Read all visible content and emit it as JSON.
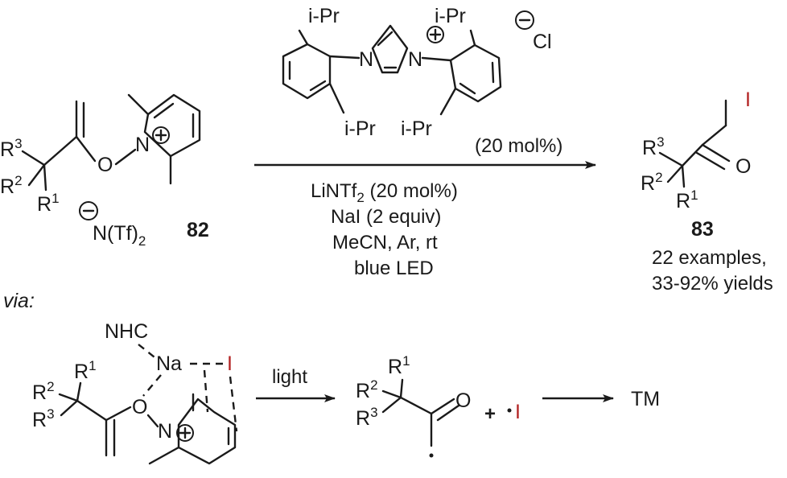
{
  "reaction": {
    "catalyst": {
      "iPr_top_left": "i-Pr",
      "iPr_top_right": "i-Pr",
      "iPr_bottom_left": "i-Pr",
      "iPr_bottom_right": "i-Pr",
      "N1": "N",
      "N2": "N",
      "counterion": "Cl",
      "loading": "(20 mol%)"
    },
    "conditions": {
      "line1": "LiNTf",
      "line1_sub": "2",
      "line1_rest": " (20 mol%)",
      "line2": "NaI (2 equiv)",
      "line3": "MeCN, Ar, rt",
      "line4": "blue LED"
    },
    "substrate": {
      "R3": "R",
      "R3_sup": "3",
      "R2": "R",
      "R2_sup": "2",
      "R1": "R",
      "R1_sup": "1",
      "O": "O",
      "N": "N",
      "anion": "N(Tf)",
      "anion_sub": "2",
      "label": "82"
    },
    "product": {
      "I": "I",
      "O": "O",
      "R3": "R",
      "R3_sup": "3",
      "R2": "R",
      "R2_sup": "2",
      "R1": "R",
      "R1_sup": "1",
      "label": "83",
      "scope_line1": "22 examples,",
      "scope_line2": "33-92% yields"
    }
  },
  "mechanism": {
    "via": "via:",
    "NHC": "NHC",
    "Na": "Na",
    "I": "I",
    "O": "O",
    "N": "N",
    "R2": "R",
    "R2_sup": "2",
    "R1": "R",
    "R1_sup": "1",
    "R3": "R",
    "R3_sup": "3",
    "light": "light",
    "radical": {
      "R2": "R",
      "R2_sup": "2",
      "R1": "R",
      "R1_sup": "1",
      "R3": "R",
      "R3_sup": "3",
      "O": "O",
      "plus": "+",
      "I": "I"
    },
    "TM": "TM"
  },
  "colors": {
    "ink": "#1a1a1a",
    "iodine": "#b22222"
  }
}
